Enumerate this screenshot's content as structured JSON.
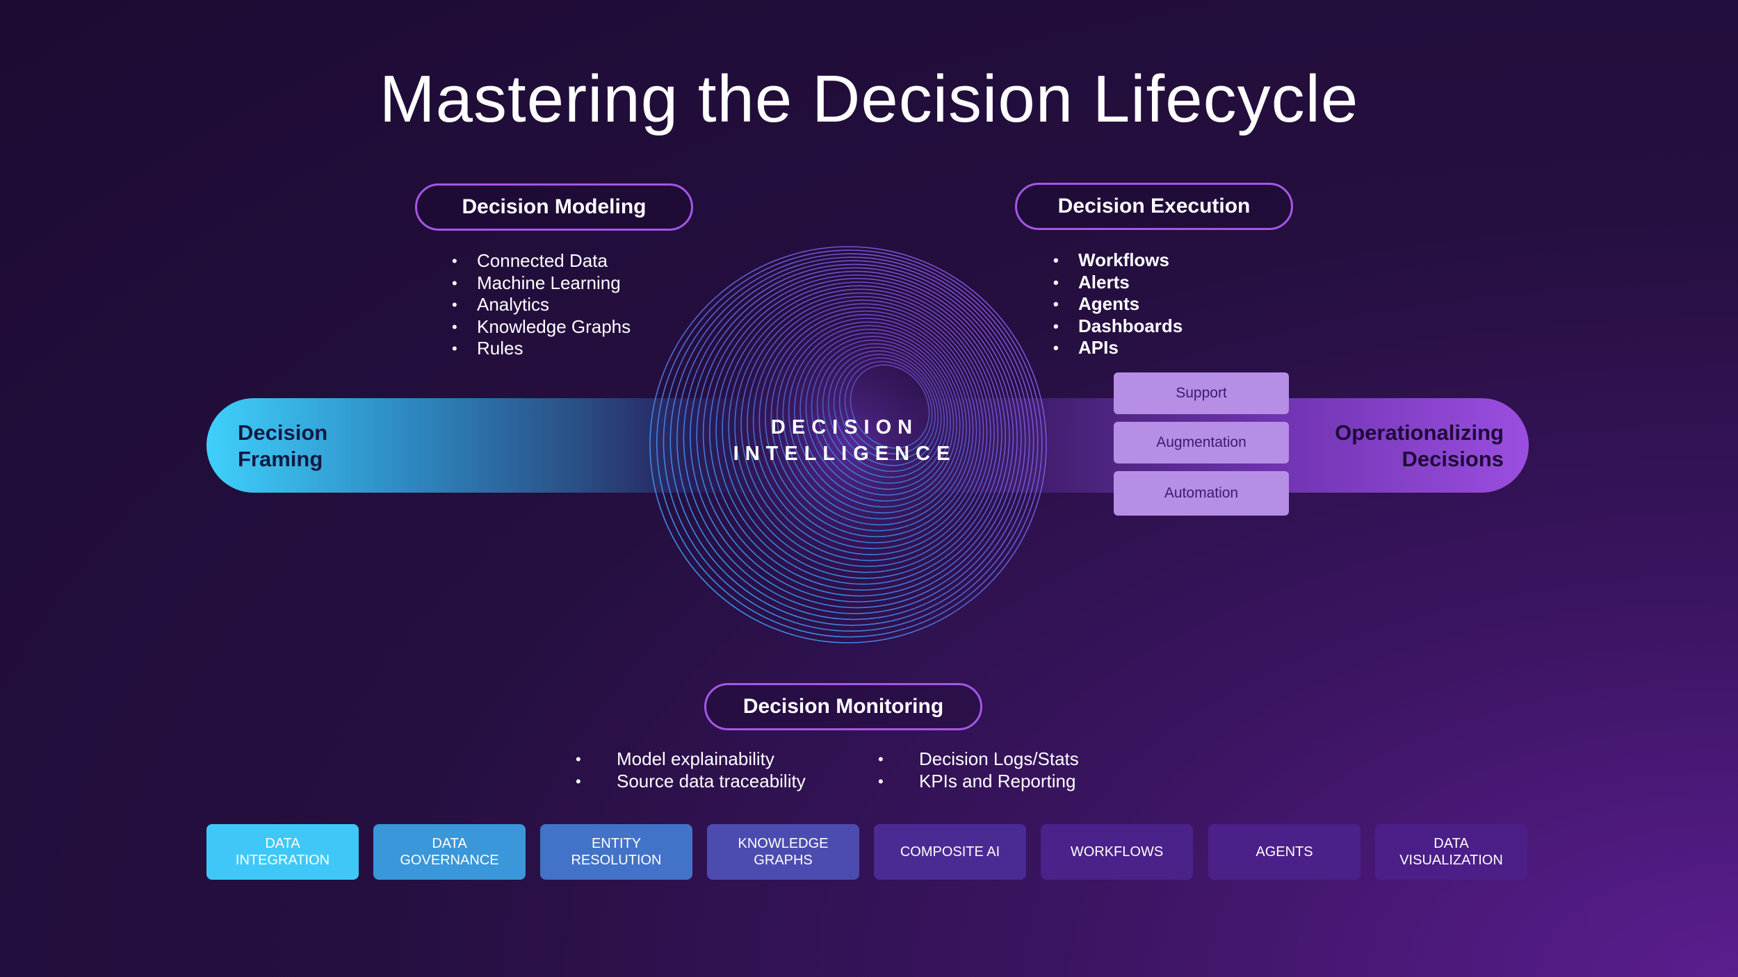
{
  "title": "Mastering the Decision Lifecycle",
  "center_label": {
    "line1": "DECISION",
    "line2": "INTELLIGENCE"
  },
  "decision_modeling": {
    "heading": "Decision Modeling",
    "items": [
      "Connected Data",
      "Machine Learning",
      "Analytics",
      "Knowledge Graphs",
      "Rules"
    ]
  },
  "decision_execution": {
    "heading": "Decision Execution",
    "items": [
      "Workflows",
      "Alerts",
      "Agents",
      "Dashboards",
      "APIs"
    ]
  },
  "decision_framing": {
    "line1": "Decision",
    "line2": "Framing"
  },
  "operationalizing": {
    "line1": "Operationalizing",
    "line2": "Decisions",
    "modes": [
      "Support",
      "Augmentation",
      "Automation"
    ]
  },
  "decision_monitoring": {
    "heading": "Decision Monitoring",
    "left_items": [
      "Model explainability",
      "Source data traceability"
    ],
    "right_items": [
      "Decision Logs/Stats",
      "KPIs and Reporting"
    ]
  },
  "capabilities": [
    {
      "line1": "DATA",
      "line2": "INTEGRATION",
      "color": "#3fc8f7"
    },
    {
      "line1": "DATA",
      "line2": "GOVERNANCE",
      "color": "#3a97d9"
    },
    {
      "line1": "ENTITY",
      "line2": "RESOLUTION",
      "color": "#4273c8"
    },
    {
      "line1": "KNOWLEDGE",
      "line2": "GRAPHS",
      "color": "#4c4cb0"
    },
    {
      "line1": "COMPOSITE AI",
      "line2": "",
      "color": "#4a2a93"
    },
    {
      "line1": "WORKFLOWS",
      "line2": "",
      "color": "#4a2289"
    },
    {
      "line1": "AGENTS",
      "line2": "",
      "color": "#4b2088"
    },
    {
      "line1": "DATA",
      "line2": "VISUALIZATION",
      "color": "#4c1f88"
    }
  ],
  "colors": {
    "accent_border": "#a657e6",
    "cyan": "#3fd0fb",
    "purple": "#9b4ee0",
    "mode_box": "#b78ee6"
  }
}
